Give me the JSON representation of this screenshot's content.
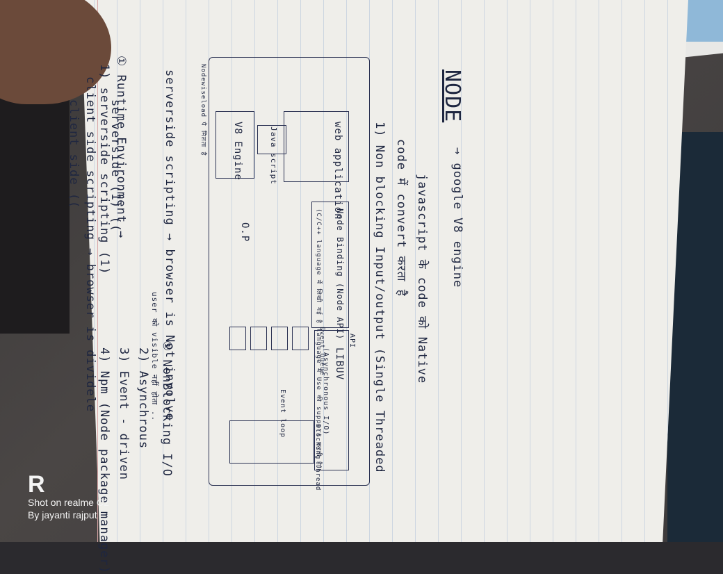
{
  "notes": {
    "line1": "① Runtime Environment →",
    "line2": "1) serverside scripting (1)",
    "line3": "client side scripting → browser is dividele",
    "line4": "serverside scripting → browser is Not involve",
    "line5": "user को visible नहीं होता ..",
    "line6": "serverside (1) ((",
    "line7": "client side ((",
    "node_title": "NODE",
    "node_desc1": "→ google V8 engine",
    "node_desc2": "javascript के code को Native",
    "node_desc3": "code में convert करता है",
    "point1": "1) Non blocking Input/output (Single Threaded",
    "list1": "① NonBlocking I/O",
    "list2": "2) Asynchrous",
    "list3": "3) Event - driven",
    "list4": "4) Npm (Node package manager)"
  },
  "diagram": {
    "web_app": "web application",
    "js": "Java script",
    "v8": "V8 Engine",
    "node_binding": "Node Binding (Node API)",
    "binding_note": "(C/C++ language में लिखी गई है language में Use की support करती है)",
    "os": "O.P",
    "libuv": "LIBUV",
    "libuv_note": "(Asynchronous I/O)",
    "event_queue": "Event Queue",
    "event_loop": "Event loop",
    "blocking": "Blocking Thread",
    "api": "API",
    "left_note": "Nodewiseload पे मिलता है"
  },
  "watermark": {
    "logo": "R",
    "line1": "Shot on realme C2",
    "line2": "By jayanti rajput"
  }
}
